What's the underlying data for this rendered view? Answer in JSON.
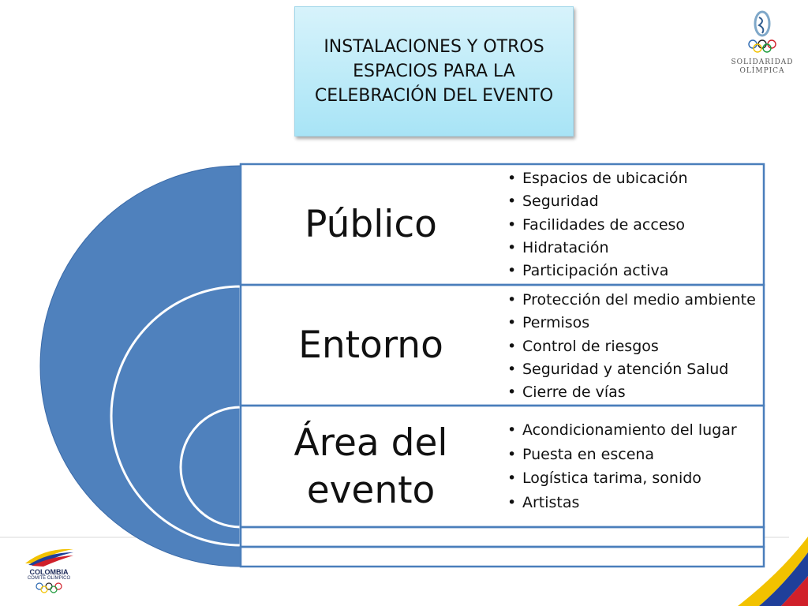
{
  "title": "INSTALACIONES Y OTROS\nESPACIOS PARA LA\nCELEBRACIÓN DEL EVENTO",
  "rows": [
    {
      "label": "Público",
      "items": [
        "Espacios de ubicación",
        "Seguridad",
        "Facilidades de acceso",
        "Hidratación",
        "Participación activa"
      ]
    },
    {
      "label": "Entorno",
      "items": [
        "Protección del medio ambiente",
        "Permisos",
        "Control de riesgos",
        "Seguridad y atención Salud",
        "Cierre de vías"
      ]
    },
    {
      "label": "Área del evento",
      "items": [
        "Acondicionamiento del lugar",
        "Puesta en escena",
        "Logística tarima, sonido",
        "Artistas"
      ]
    }
  ],
  "logos": {
    "right_name": "SOLIDARIDAD\nOLÍMPICA",
    "left_name": "COLOMBIA",
    "left_sub": "COMITÉ OLÍMPICO"
  },
  "colors": {
    "arc_fill": "#4f81bd",
    "border": "#4a7ebb",
    "title_fill": "#a8e4f6",
    "flag_yellow": "#f2c200",
    "flag_blue": "#1f3f9a",
    "flag_red": "#d0202a"
  }
}
